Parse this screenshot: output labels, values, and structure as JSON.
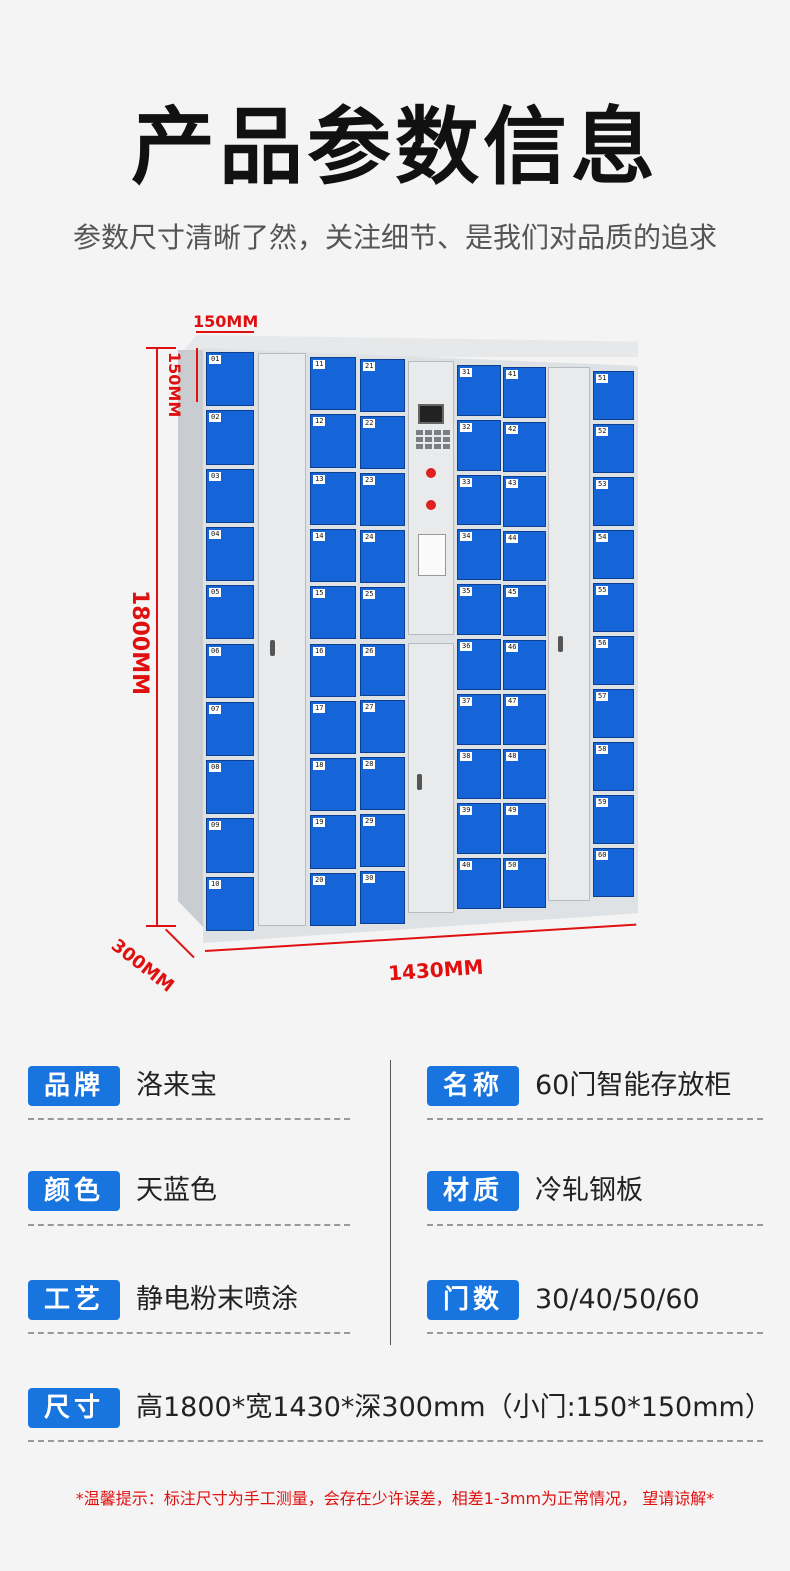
{
  "header": {
    "title": "产品参数信息",
    "subtitle": "参数尺寸清晰了然，关注细节、是我们对品质的追求"
  },
  "dimensions": {
    "small_door_width": "150MM",
    "small_door_height": "150MM",
    "height": "1800MM",
    "depth": "300MM",
    "width": "1430MM"
  },
  "cabinet": {
    "door_color": "#1565d8",
    "door_numbers": [
      "01",
      "02",
      "03",
      "04",
      "05",
      "06",
      "07",
      "08",
      "09",
      "10",
      "11",
      "12",
      "13",
      "14",
      "15",
      "16",
      "17",
      "18",
      "19",
      "20",
      "21",
      "22",
      "23",
      "24",
      "25",
      "26",
      "27",
      "28",
      "29",
      "30",
      "31",
      "32",
      "33",
      "34",
      "35",
      "36",
      "37",
      "38",
      "39",
      "40",
      "41",
      "42",
      "43",
      "44",
      "45",
      "46",
      "47",
      "48",
      "49",
      "50",
      "51",
      "52",
      "53",
      "54",
      "55",
      "56",
      "57",
      "58",
      "59",
      "60"
    ]
  },
  "specs": {
    "brand": {
      "label": "品牌",
      "value": "洛来宝"
    },
    "name": {
      "label": "名称",
      "value": "60门智能存放柜"
    },
    "color": {
      "label": "颜色",
      "value": "天蓝色"
    },
    "material": {
      "label": "材质",
      "value": "冷轧钢板"
    },
    "craft": {
      "label": "工艺",
      "value": "静电粉末喷涂"
    },
    "doors": {
      "label": "门数",
      "value": "30/40/50/60"
    },
    "size": {
      "label": "尺寸",
      "value": "高1800*宽1430*深300mm（小门:150*150mm）"
    }
  },
  "footnote": "*温馨提示：标注尺寸为手工测量，会存在少许误差，相差1-3mm为正常情况， 望请谅解*",
  "accent_color": "#1874de",
  "warning_color": "#e01010"
}
